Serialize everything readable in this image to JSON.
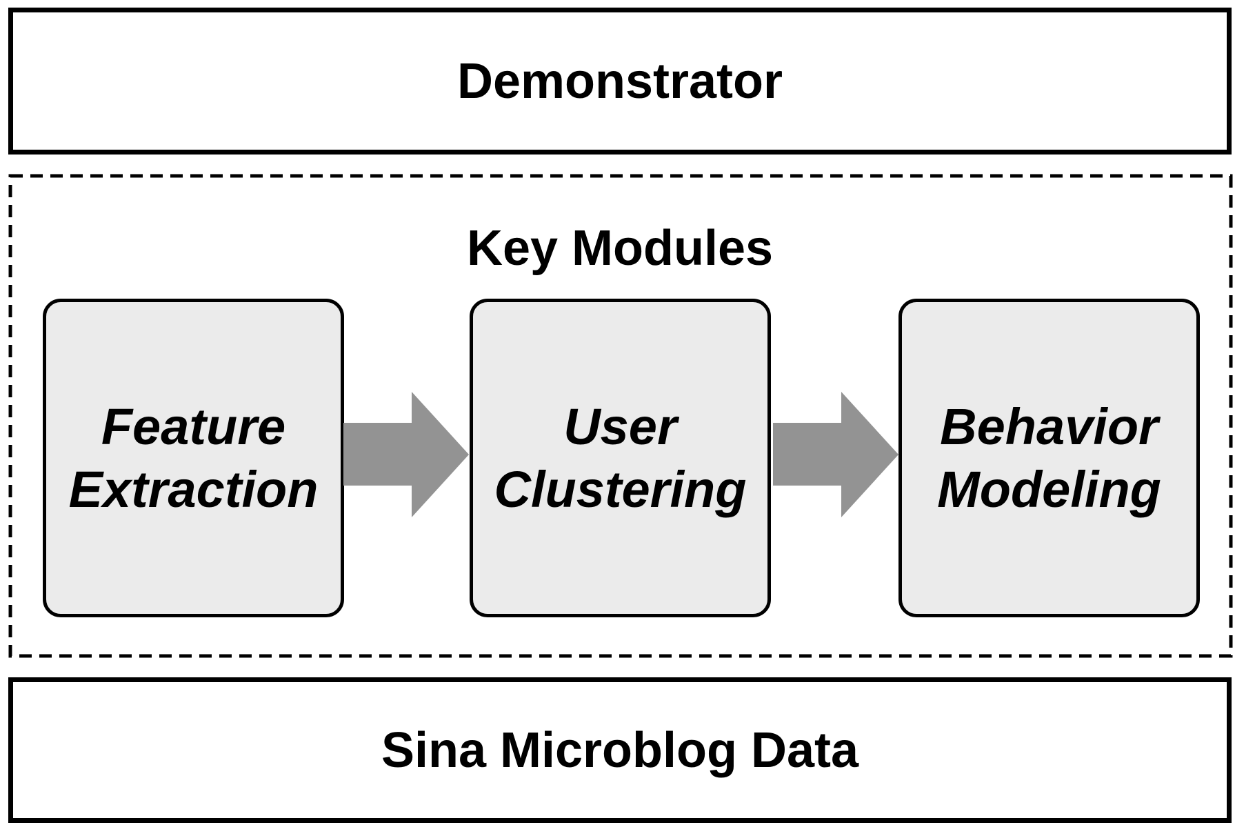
{
  "top_layer": {
    "label": "Demonstrator"
  },
  "key_modules": {
    "title": "Key Modules",
    "modules": [
      {
        "line1": "Feature",
        "line2": "Extraction"
      },
      {
        "line1": "User",
        "line2": "Clustering"
      },
      {
        "line1": "Behavior",
        "line2": "Modeling"
      }
    ]
  },
  "bottom_layer": {
    "label": "Sina Microblog Data"
  },
  "colors": {
    "module_fill": "#ebebeb",
    "arrow_fill": "#939393",
    "border": "#000000"
  }
}
